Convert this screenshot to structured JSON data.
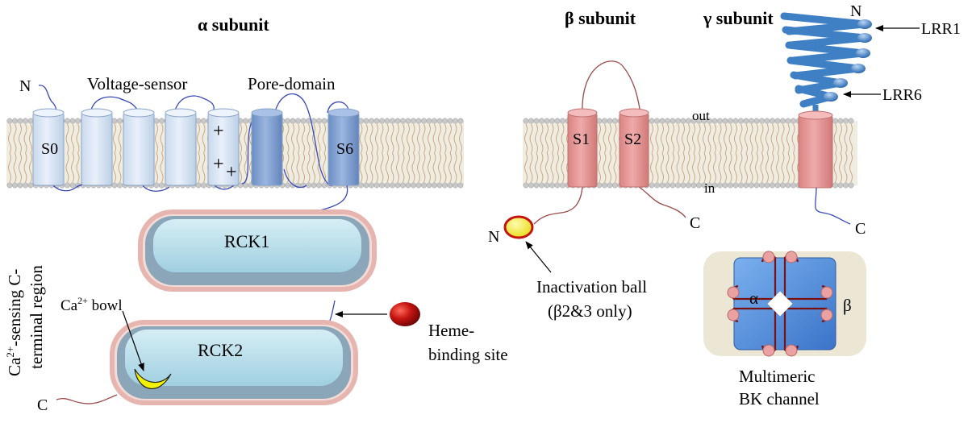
{
  "titles": {
    "alpha": "α subunit",
    "beta": "β subunit",
    "gamma": "γ subunit"
  },
  "labels": {
    "voltage_sensor": "Voltage-sensor",
    "pore_domain": "Pore-domain",
    "n_alpha": "N",
    "n_gamma": "N",
    "n_beta": "N",
    "c_alpha": "C",
    "c_beta": "C",
    "c_gamma": "C",
    "out": "out",
    "in": "in",
    "lrr1": "LRR1",
    "lrr6": "LRR6",
    "s0": "S0",
    "s6": "S6",
    "s1": "S1",
    "s2": "S2",
    "plus": "+",
    "rck1": "RCK1",
    "rck2": "RCK2",
    "ca_bowl": "Ca",
    "ca_bowl_sup": "2+",
    "ca_bowl_rest": " bowl",
    "side_line1_a": "Ca",
    "side_line1_sup": "2+",
    "side_line1_b": "-sensing C-",
    "side_line2": "terminal region",
    "heme_line1": "Heme-",
    "heme_line2": "binding site",
    "inact_line1": "Inactivation ball",
    "inact_line2": "(β2&3 only)",
    "multi_alpha": "α",
    "multi_beta": "β",
    "multi_line1": "Multimeric",
    "multi_line2": "BK channel"
  },
  "colors": {
    "membrane": "#efece1",
    "lipid_head": "#c8c8c8",
    "vsd_helix": "#dbe7f5",
    "pore_helix": "#7e9fd0",
    "beta_helix": "#e59a9a",
    "rck_fill": "#b7dce8",
    "rck_border": "#e7b5b0",
    "lrr_blue": "#3f7fc4",
    "heme_red": "#b0100e",
    "ball_yellow": "#f5ef1f",
    "linker_blue": "#3a49b8",
    "linker_brown": "#9b4a4a"
  }
}
